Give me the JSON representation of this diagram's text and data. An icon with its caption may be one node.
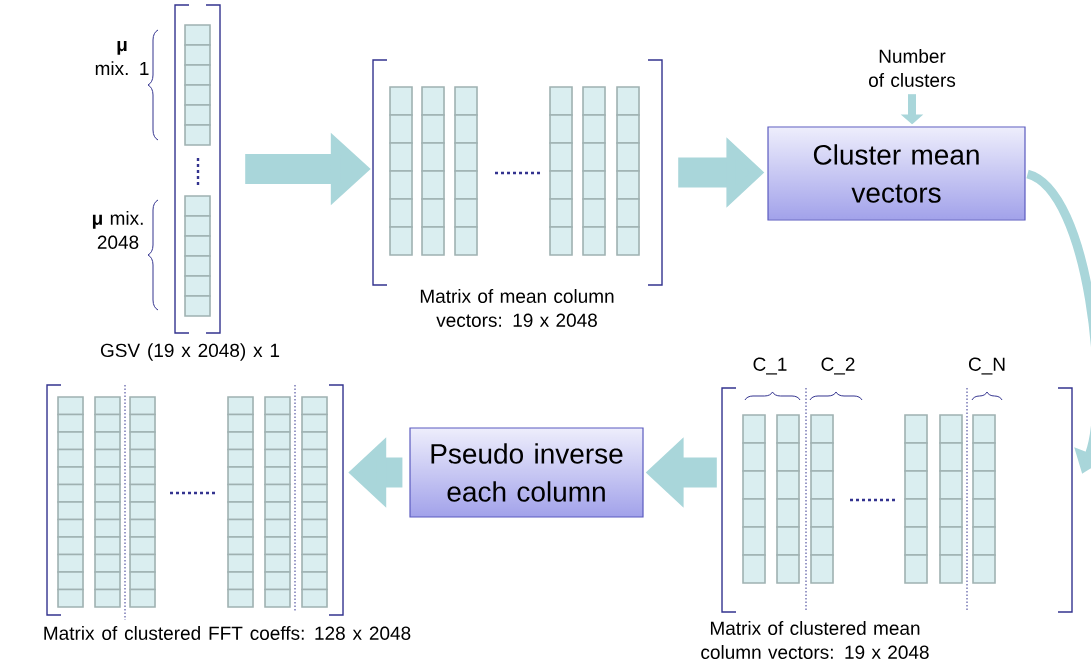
{
  "diagram": {
    "nodes": [
      {
        "text": [
          "**μ** mix. 1",
          "**μ** mix. 2048",
          "GSV (19 x 2048) x 1"
        ]
      },
      {
        "text": [
          "Matrix of mean column vectors: 19 x 2048"
        ]
      },
      {
        "text": [
          "Cluster mean vectors"
        ]
      },
      {
        "text": [
          "Number of clusters"
        ]
      },
      {
        "text": [
          "Matrix of clustered mean column vectors: 19 x 2048"
        ],
        "beside": [
          "C_1",
          "C_2",
          "C_N"
        ]
      },
      {
        "text": [
          "Pseudo inverse each column"
        ]
      },
      {
        "text": [
          "Matrix of clustered FFT coeffs: 128 x 2048"
        ]
      }
    ],
    "edges": [
      {
        "from": 0,
        "to": 1,
        "arrow": "to"
      },
      {
        "from": 1,
        "to": 2,
        "arrow": "to"
      },
      {
        "from": 3,
        "to": 2,
        "arrow": "to"
      },
      {
        "from": 2,
        "to": 4,
        "arrow": "to"
      },
      {
        "from": 4,
        "to": 5,
        "arrow": "to"
      },
      {
        "from": 5,
        "to": 6,
        "arrow": "to"
      }
    ]
  }
}
